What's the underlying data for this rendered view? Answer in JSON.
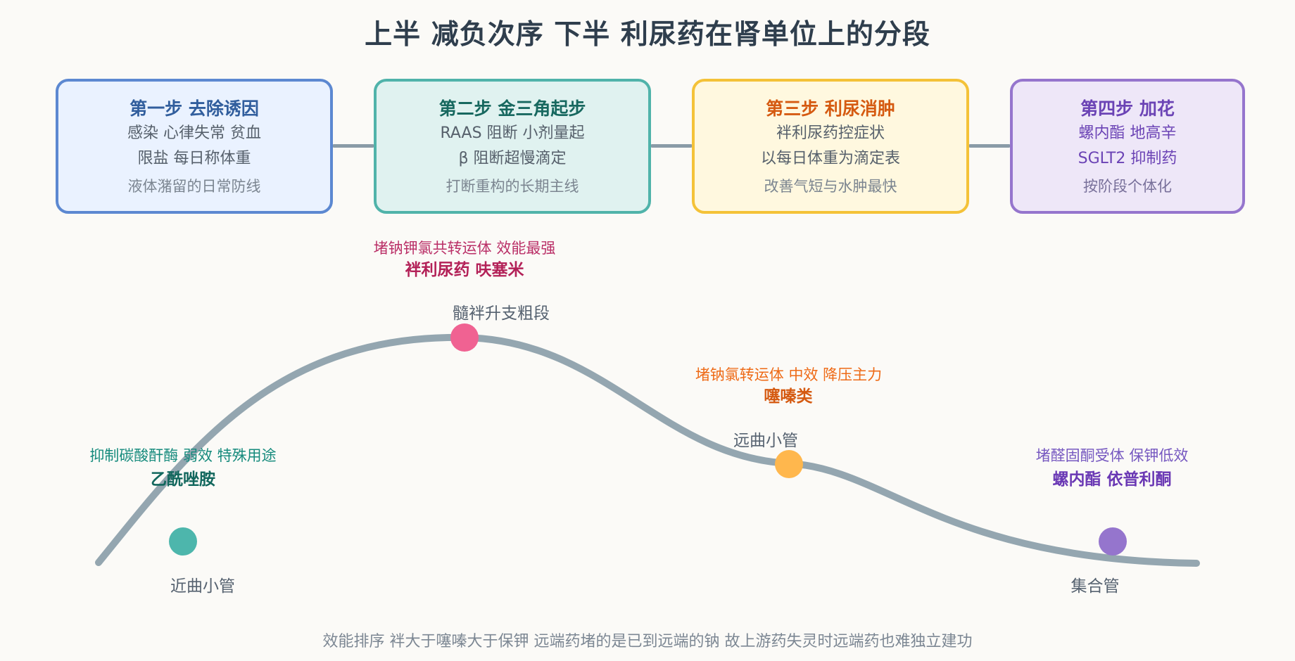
{
  "page": {
    "title": "上半 减负次序 下半 利尿药在肾单位上的分段",
    "footer": "效能排序 袢大于噻嗪大于保钾 远端药堵的是已到远端的钠 故上游药失灵时远端药也难独立建功"
  },
  "colors": {
    "background": "#fbfaf7",
    "title": "#2f3e4d",
    "connector": "#8a9ba7",
    "curve": "#94a6b0",
    "proximal": "#4db6ac",
    "loop": "#f06292",
    "distal": "#ffb74d",
    "collecting": "#9575cd"
  },
  "steps": [
    {
      "title": "第一步 去除诱因",
      "line1": "感染 心律失常 贫血",
      "line2": "限盐 每日称体重",
      "note": "液体潴留的日常防线"
    },
    {
      "title": "第二步 金三角起步",
      "line1": "RAAS 阻断 小剂量起",
      "line2": "β 阻断超慢滴定",
      "note": "打断重构的长期主线"
    },
    {
      "title": "第三步 利尿消肿",
      "line1": "袢利尿药控症状",
      "line2": "以每日体重为滴定表",
      "note": "改善气短与水肿最快"
    },
    {
      "title": "第四步 加花",
      "line1": "螺内酯 地高辛",
      "line2": "SGLT2 抑制药",
      "note": "按阶段个体化"
    }
  ],
  "segments": [
    {
      "name": "近曲小管",
      "description": "抑制碳酸酐酶 弱效 特殊用途",
      "drug": "乙酰唑胺"
    },
    {
      "name": "髓袢升支粗段",
      "description": "堵钠钾氯共转运体 效能最强",
      "drug": "袢利尿药 呋塞米"
    },
    {
      "name": "远曲小管",
      "description": "堵钠氯转运体 中效 降压主力",
      "drug": "噻嗪类"
    },
    {
      "name": "集合管",
      "description": "堵醛固酮受体 保钾低效",
      "drug": "螺内酯 依普利酮"
    }
  ]
}
